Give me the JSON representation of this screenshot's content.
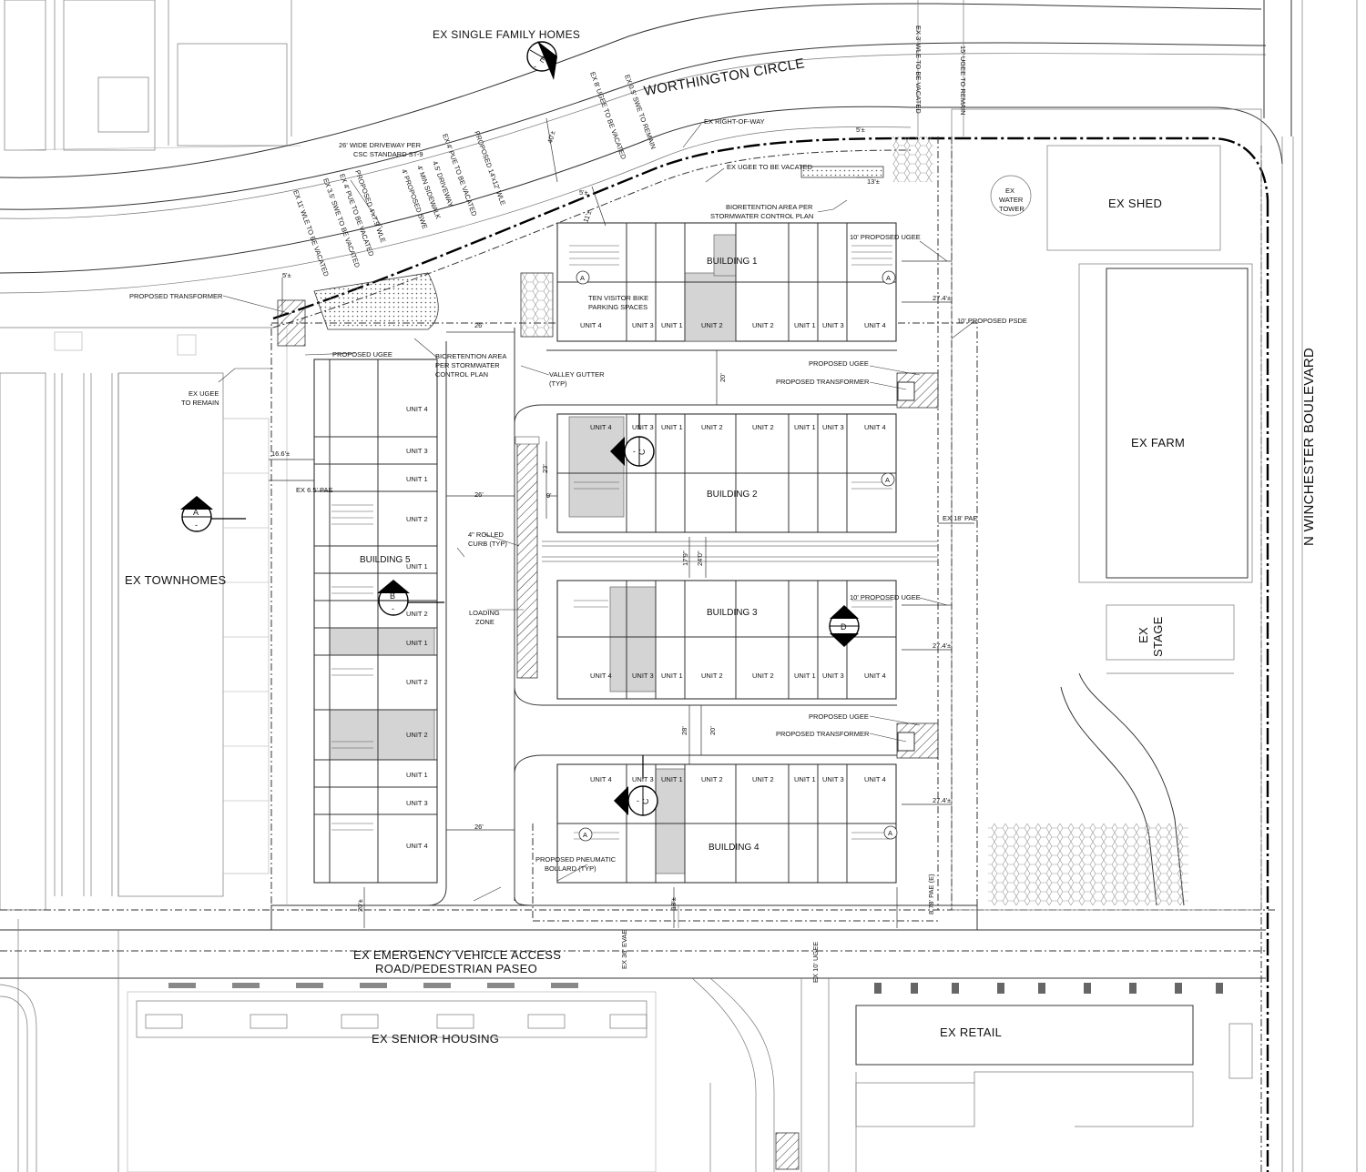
{
  "labels": {
    "ex_single_family": "EX SINGLE FAMILY HOMES",
    "worthington": "WORTHINGTON CIRCLE",
    "winchester": "N WINCHESTER BOULEVARD",
    "ex_townhomes": "EX TOWNHOMES",
    "ex_shed": "EX SHED",
    "ex_farm": "EX FARM",
    "ex_stage_1": "EX",
    "ex_stage_2": "STAGE",
    "ex_water_1": "EX",
    "ex_water_2": "WATER",
    "ex_water_3": "TOWER",
    "eva_1": "EX EMERGENCY VEHICLE ACCESS",
    "eva_2": "ROAD/PEDESTRIAN PASEO",
    "senior": "EX SENIOR HOUSING",
    "retail": "EX RETAIL"
  },
  "buildings": {
    "b1": "BUILDING 1",
    "b2": "BUILDING 2",
    "b3": "BUILDING 3",
    "b4": "BUILDING 4",
    "b5": "BUILDING 5"
  },
  "row_units": {
    "b1": [
      "UNIT 4",
      "UNIT 3",
      "UNIT 1",
      "UNIT 2",
      "UNIT 2",
      "UNIT 1",
      "UNIT 3",
      "UNIT 4"
    ],
    "b2": [
      "UNIT 4",
      "UNIT 3",
      "UNIT 1",
      "UNIT 2",
      "UNIT 2",
      "UNIT 1",
      "UNIT 3",
      "UNIT 4"
    ],
    "b3": [
      "UNIT 4",
      "UNIT 3",
      "UNIT 1",
      "UNIT 2",
      "UNIT 2",
      "UNIT 1",
      "UNIT 3",
      "UNIT 4"
    ],
    "b4": [
      "UNIT 4",
      "UNIT 3",
      "UNIT 1",
      "UNIT 2",
      "UNIT 2",
      "UNIT 1",
      "UNIT 3",
      "UNIT 4"
    ]
  },
  "b5_units": [
    "UNIT 4",
    "UNIT 3",
    "UNIT 1",
    "UNIT 2",
    "UNIT 1",
    "UNIT 2",
    "UNIT 1",
    "UNIT 2",
    "UNIT 2",
    "UNIT 1",
    "UNIT 3",
    "UNIT 4"
  ],
  "street_notes": [
    "EX 11' WLE TO BE VACATED",
    "EX 3.5' SWE TO BE VACATED",
    "EX 4' PUE TO BE VACATED",
    "PROPOSED 4'x7.9' WLE",
    "4' PROPOSED SWE",
    "4' MIN SIDEWALK",
    "4.5' DRIVEWAY",
    "EX 4' PUE TO BE VACATED",
    "PROPOSED 14'x12' WLE",
    "EX 8' UGEE TO BE VACATED",
    "EX 0.5' SWE TO REMAIN"
  ],
  "vert_notes": {
    "wle": "EX 3' WLE TO BE VACATED",
    "ugee15": "15' UGEE TO REMAIN",
    "eve": "EX 36' EVAE",
    "ugee10": "EX 10' UGEE",
    "pae": "8.78' PAE (E)"
  },
  "notes": {
    "driveway_1": "26' WIDE DRIVEWAY PER",
    "driveway_2": "CSC STANDARD ST-9",
    "ex_row": "EX RIGHT-OF-WAY",
    "ex_ugee_vac": "EX UGEE TO BE VACATED",
    "bio_top_1": "BIORETENTION AREA PER",
    "bio_top_2": "STORMWATER CONTROL PLAN",
    "prop_ugee_10a": "10' PROPOSED UGEE",
    "prop_ugee_10b": "10' PROPOSED UGEE",
    "prop_psde": "10' PROPOSED PSDE",
    "prop_ugee_a": "PROPOSED UGEE",
    "prop_trans_a": "PROPOSED TRANSFORMER",
    "prop_ugee_b": "PROPOSED UGEE",
    "prop_trans_b": "PROPOSED TRANSFORMER",
    "prop_trans_w": "PROPOSED TRANSFORMER",
    "prop_ugee_w": "PROPOSED UGEE",
    "bio_w_1": "BIORETENTION AREA",
    "bio_w_2": "PER STORMWATER",
    "bio_w_3": "CONTROL PLAN",
    "ex_ugee_remain_1": "EX UGEE",
    "ex_ugee_remain_2": "TO REMAIN",
    "valley_1": "VALLEY GUTTER",
    "valley_2": "(TYP)",
    "curb_1": "4\" ROLLED",
    "curb_2": "CURB (TYP)",
    "loading_1": "LOADING",
    "loading_2": "ZONE",
    "bike_1": "TEN VISITOR BIKE",
    "bike_2": "PARKING SPACES",
    "bollard_1": "PROPOSED PNEUMATIC",
    "bollard_2": "BOLLARD (TYP)",
    "ex_pae": "EX 6.5' PAE",
    "ex_pae18": "EX 18' PAE"
  },
  "dims": {
    "d40": "40'±",
    "d5a": "5'±",
    "d5b": "5'±",
    "d5c": "5'±",
    "d11": "11'±",
    "d13": "13'±",
    "d26a": "26'",
    "d26b": "26'",
    "d26c": "26'",
    "d9": "9'",
    "d23": "23'",
    "d20a": "20'",
    "d20b": "20'",
    "d28": "28'",
    "d17": "17'9\"",
    "d24": "24'0\"",
    "d166": "16.6'±",
    "d274a": "27.4'±",
    "d274b": "27.4'±",
    "d274c": "27.4'±",
    "d20c": "20'±",
    "d18": "18'±"
  },
  "section_marks": {
    "a": "A",
    "b": "B",
    "c": "C",
    "d": "D",
    "e": "E",
    "dash": "-"
  },
  "stair_marker": "A"
}
